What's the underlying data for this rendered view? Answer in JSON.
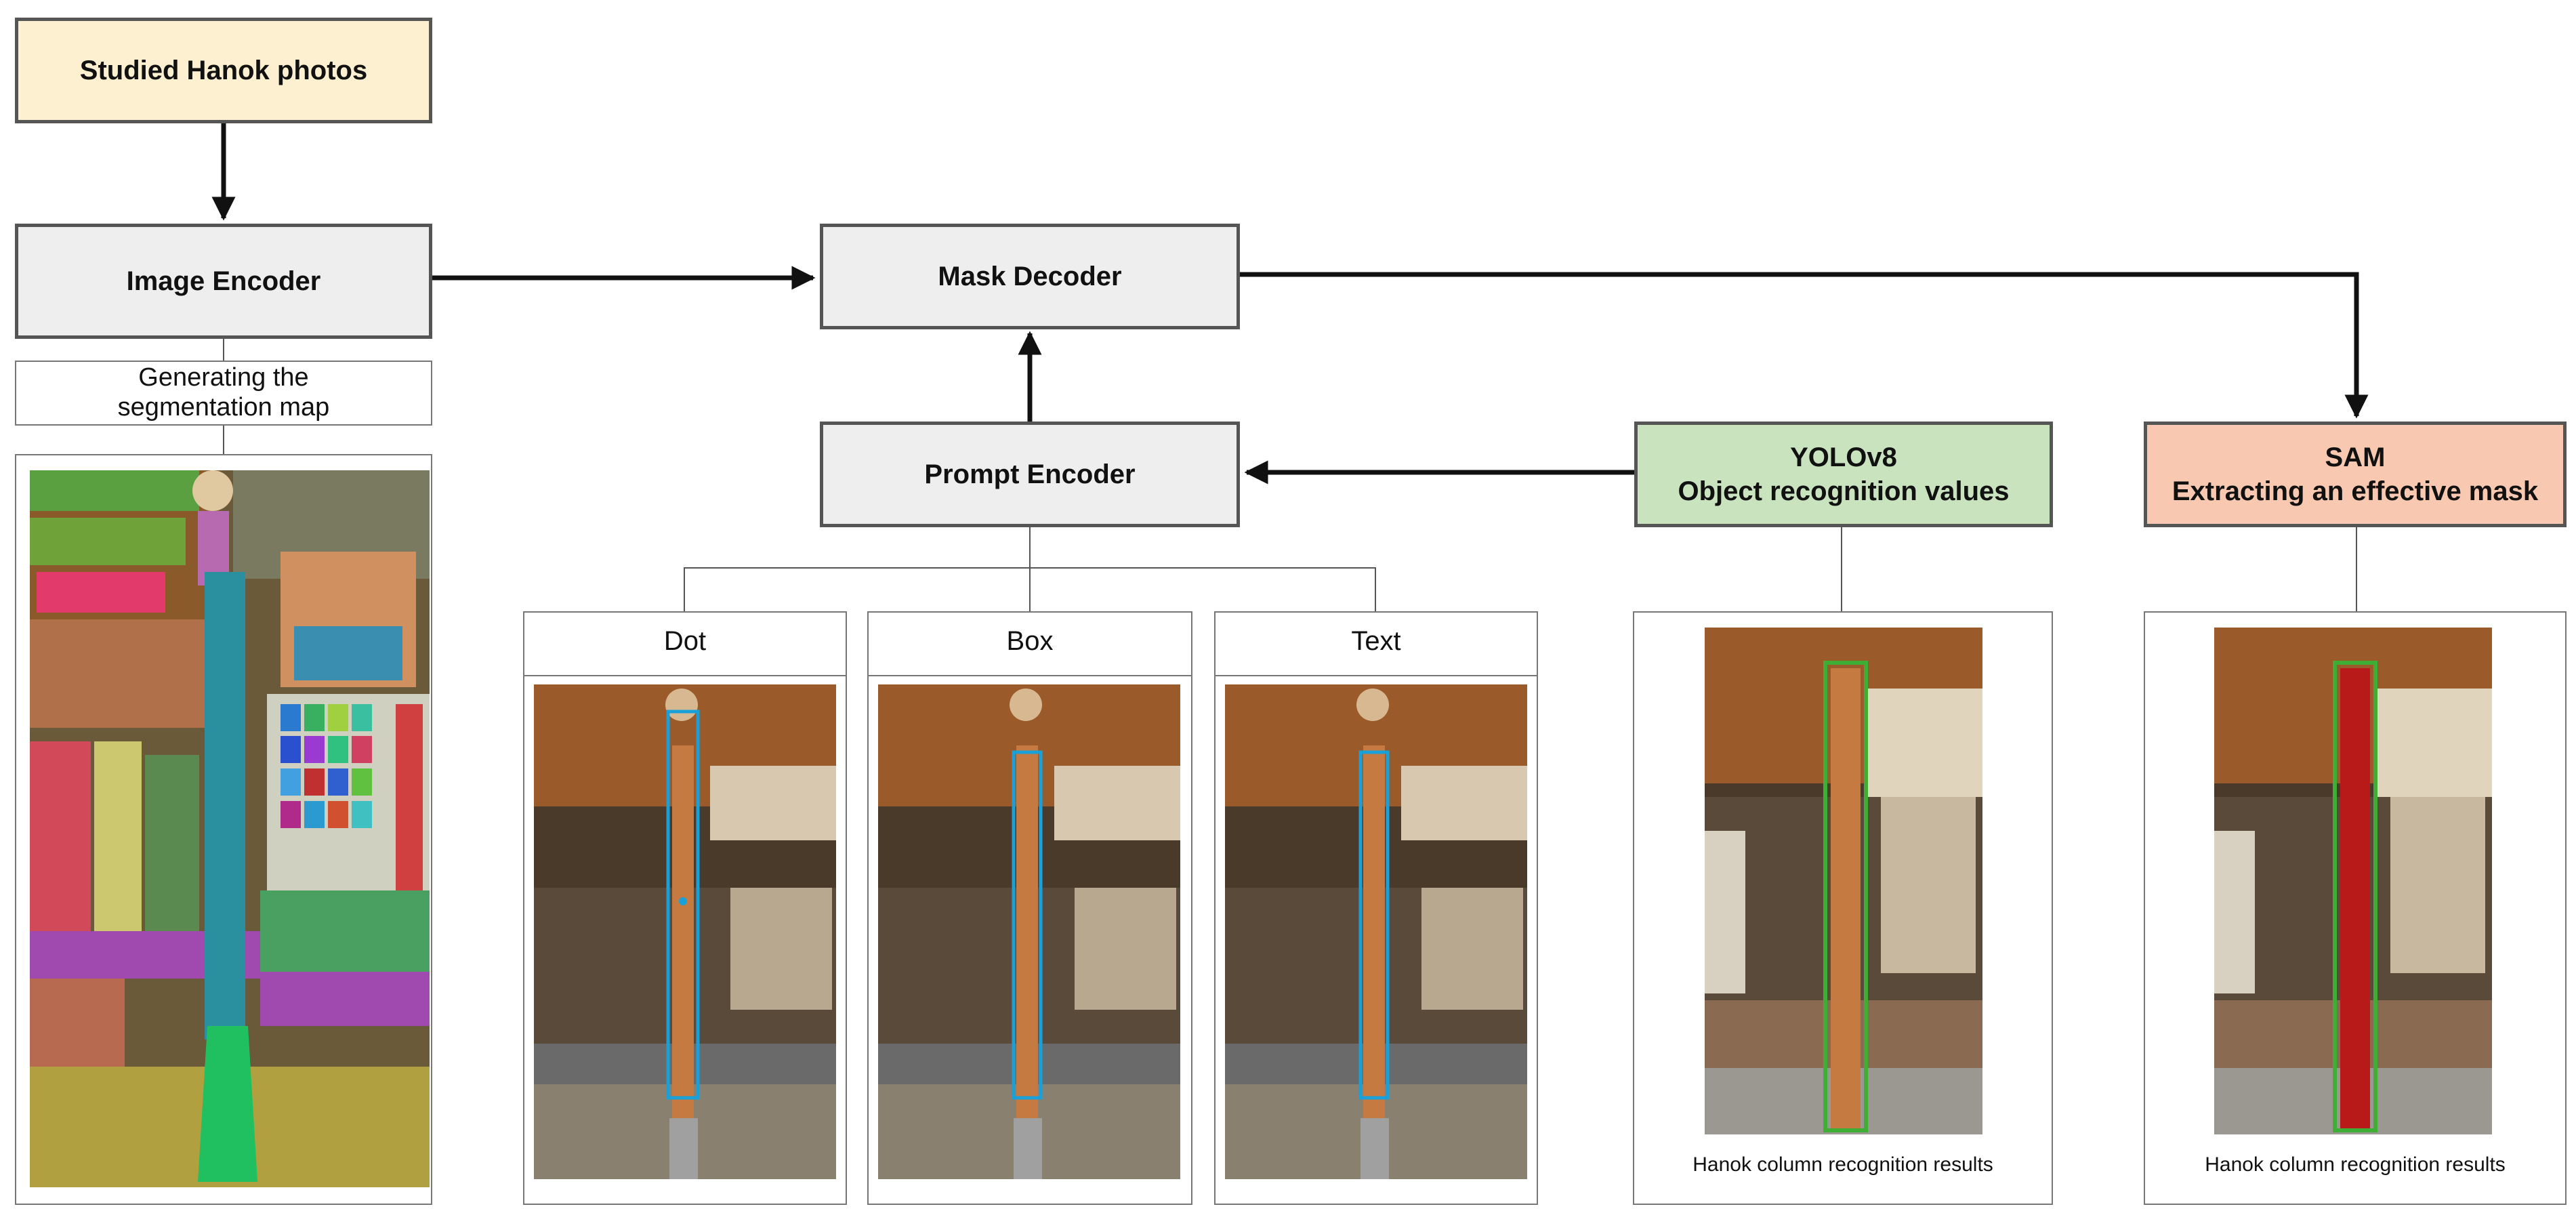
{
  "nodes": {
    "studied_photos": "Studied Hanok photos",
    "image_encoder": "Image Encoder",
    "mask_decoder": "Mask Decoder",
    "prompt_encoder": "Prompt Encoder",
    "yolo_line1": "YOLOv8",
    "yolo_line2": "Object recognition values",
    "sam_line1": "SAM",
    "sam_line2": "Extracting an effective mask"
  },
  "segmentation_label": "Generating the segmentation map",
  "prompt_types": [
    "Dot",
    "Box",
    "Text"
  ],
  "result_captions": {
    "yolo": "Hanok column recognition results",
    "sam": "Hanok column recognition results"
  },
  "colors": {
    "start_fill": "#fdf0d0",
    "process_fill": "#eeeeee",
    "yolo_fill": "#c9e3bf",
    "sam_fill": "#f8c9b0",
    "prompt_outline": "#1aa0d8",
    "yolo_bbox": "#3fae34",
    "sam_mask": "#b81a1a"
  }
}
